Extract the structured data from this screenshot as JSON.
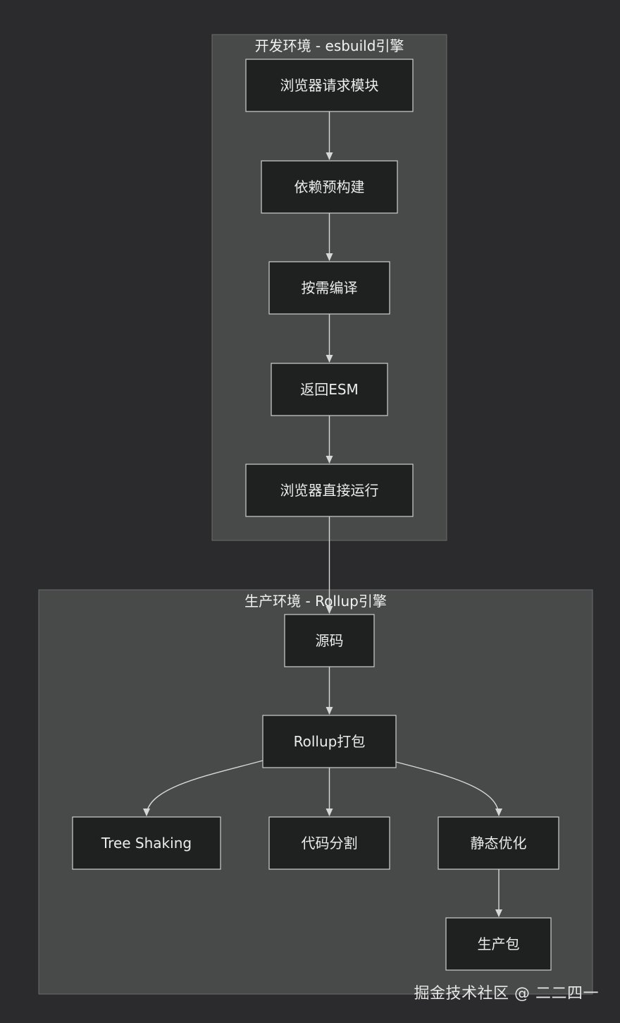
{
  "clusters": {
    "dev": {
      "title": "开发环境 - esbuild引擎"
    },
    "prod": {
      "title": "生产环境 - Rollup引擎"
    }
  },
  "nodes": {
    "browser_request": "浏览器请求模块",
    "prebundle": "依赖预构建",
    "on_demand_compile": "按需编译",
    "return_esm": "返回ESM",
    "browser_run": "浏览器直接运行",
    "source": "源码",
    "rollup_bundle": "Rollup打包",
    "tree_shaking": "Tree Shaking",
    "code_split": "代码分割",
    "static_opt": "静态优化",
    "prod_bundle": "生产包"
  },
  "edges": [
    [
      "browser_request",
      "prebundle"
    ],
    [
      "prebundle",
      "on_demand_compile"
    ],
    [
      "on_demand_compile",
      "return_esm"
    ],
    [
      "return_esm",
      "browser_run"
    ],
    [
      "browser_run",
      "source"
    ],
    [
      "source",
      "rollup_bundle"
    ],
    [
      "rollup_bundle",
      "tree_shaking"
    ],
    [
      "rollup_bundle",
      "code_split"
    ],
    [
      "rollup_bundle",
      "static_opt"
    ],
    [
      "static_opt",
      "prod_bundle"
    ]
  ],
  "watermark": "掘金技术社区 @ 二二四一"
}
